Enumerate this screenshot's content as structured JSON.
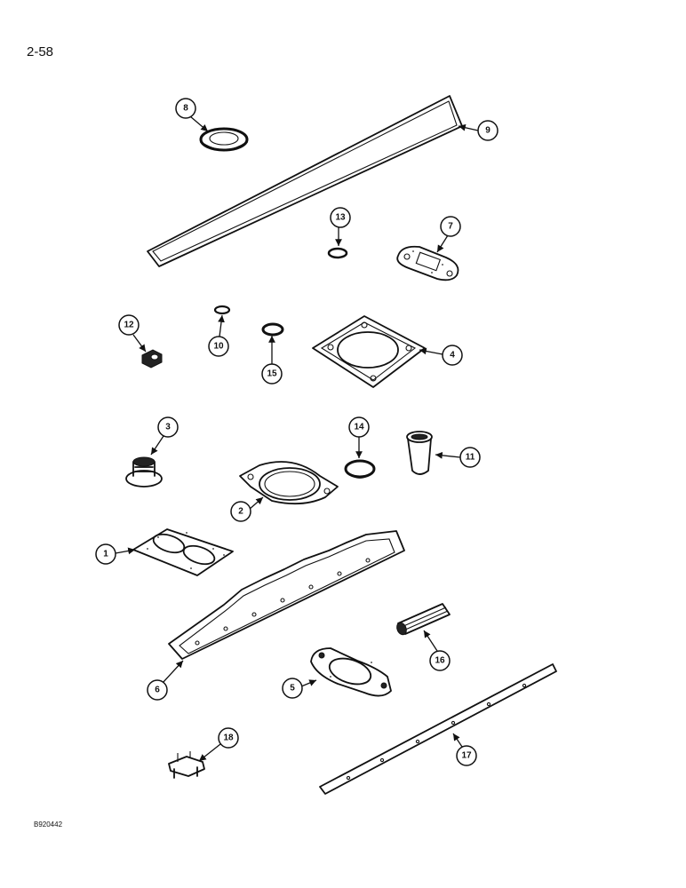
{
  "page": {
    "number": "2-58",
    "figure_code": "B920442"
  },
  "callouts": {
    "c1": "1",
    "c2": "2",
    "c3": "3",
    "c4": "4",
    "c5": "5",
    "c6": "6",
    "c7": "7",
    "c8": "8",
    "c9": "9",
    "c10": "10",
    "c11": "11",
    "c12": "12",
    "c13": "13",
    "c14": "14",
    "c15": "15",
    "c16": "16",
    "c17": "17",
    "c18": "18"
  }
}
